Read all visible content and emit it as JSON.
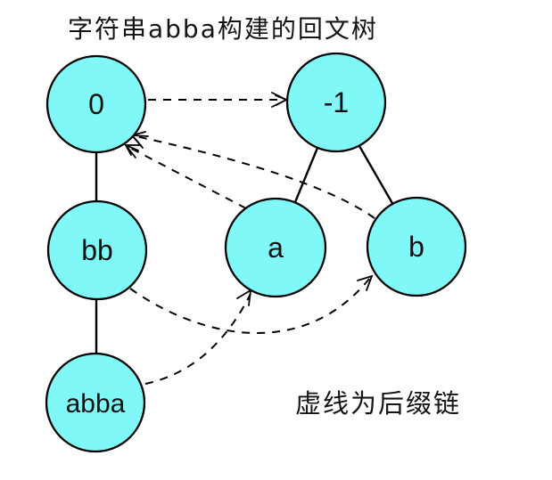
{
  "title": "字符串abba构建的回文树",
  "legend": "虚线为后缀链",
  "colors": {
    "node_fill": "#80F8F8",
    "stroke": "#000000",
    "background": "#FFFFFF"
  },
  "nodes": {
    "n0": {
      "label": "0"
    },
    "nneg1": {
      "label": "-1"
    },
    "nbb": {
      "label": "bb"
    },
    "na": {
      "label": "a"
    },
    "nb": {
      "label": "b"
    },
    "nabba": {
      "label": "abba"
    }
  },
  "tree_edges": [
    {
      "from": "0",
      "to": "bb"
    },
    {
      "from": "bb",
      "to": "abba"
    },
    {
      "from": "-1",
      "to": "a"
    },
    {
      "from": "-1",
      "to": "b"
    }
  ],
  "suffix_links": [
    {
      "from": "0",
      "to": "-1"
    },
    {
      "from": "a",
      "to": "0"
    },
    {
      "from": "b",
      "to": "0"
    },
    {
      "from": "abba",
      "to": "a"
    },
    {
      "from": "bb",
      "to": "b"
    }
  ]
}
